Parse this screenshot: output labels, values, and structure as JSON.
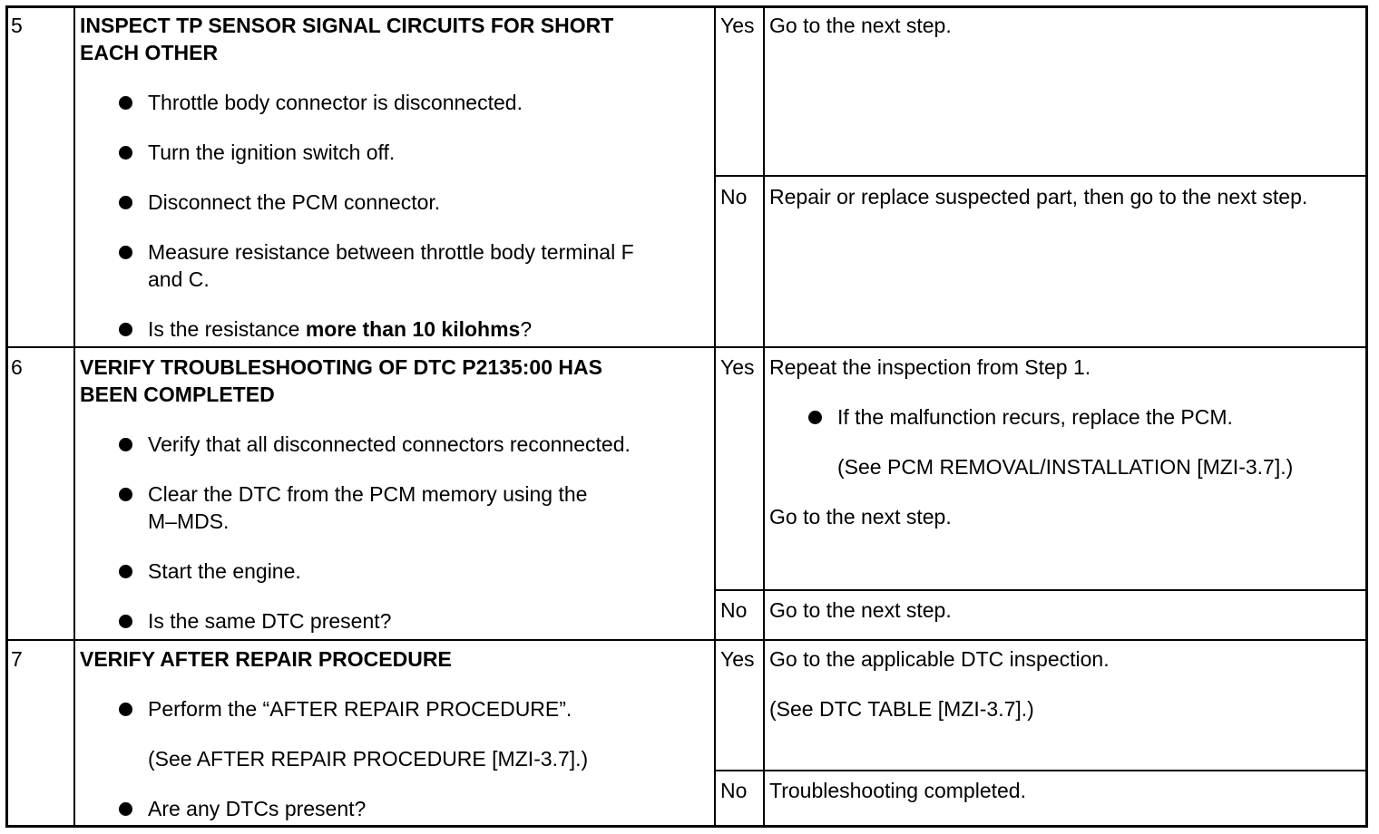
{
  "steps": [
    {
      "number": "5",
      "title": [
        "INSPECT TP SENSOR SIGNAL CIRCUITS FOR SHORT",
        "EACH OTHER"
      ],
      "bullets": {
        "b1": "Throttle body connector is disconnected.",
        "b2": "Turn the ignition switch off.",
        "b3": "Disconnect the PCM connector.",
        "b4_line1": "Measure resistance between throttle body terminal F",
        "b4_line2": "and C.",
        "b5_pre": "Is the resistance ",
        "b5_bold": "more than 10 kilohms",
        "b5_post": "?"
      },
      "yes_label": "Yes",
      "yes_action": "Go to the next step.",
      "no_label": "No",
      "no_action": "Repair or replace suspected part, then go to the next step."
    },
    {
      "number": "6",
      "title": [
        "VERIFY TROUBLESHOOTING OF DTC P2135:00 HAS",
        "BEEN COMPLETED"
      ],
      "bullets": {
        "b1": "Verify that all disconnected connectors reconnected.",
        "b2_line1": "Clear the DTC from the PCM memory using the",
        "b2_line2": "M–MDS.",
        "b3": "Start the engine.",
        "b4": "Is the same DTC present?"
      },
      "yes_label": "Yes",
      "yes_action": "Repeat the inspection from Step 1.",
      "yes_bullet": "If the malfunction recurs, replace the PCM.",
      "yes_ref": "(See PCM REMOVAL/INSTALLATION [MZI-3.7].)",
      "yes_next": "Go to the next step.",
      "no_label": "No",
      "no_action": "Go to the next step."
    },
    {
      "number": "7",
      "title": [
        "VERIFY AFTER REPAIR PROCEDURE"
      ],
      "bullets": {
        "b1": "Perform the “AFTER REPAIR PROCEDURE”.",
        "b1_ref": "(See AFTER REPAIR PROCEDURE [MZI-3.7].)",
        "b2": "Are any DTCs present?"
      },
      "yes_label": "Yes",
      "yes_action": "Go to the applicable DTC inspection.",
      "yes_ref": "(See DTC TABLE [MZI-3.7].)",
      "no_label": "No",
      "no_action": "Troubleshooting completed."
    }
  ]
}
